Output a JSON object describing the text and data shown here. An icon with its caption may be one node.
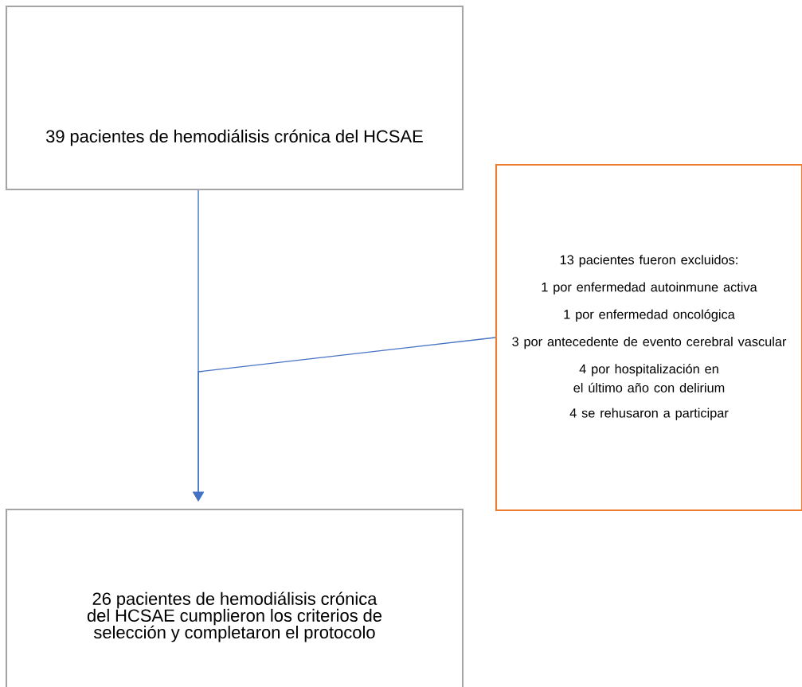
{
  "diagram": {
    "nodes": [
      {
        "text": [
          "39 pacientes de hemodiálisis crónica del HCSAE"
        ]
      },
      {
        "text": [
          "26 pacientes de hemodiálisis crónica del HCSAE cumplieron los criterios de selección y completaron el protocolo"
        ]
      },
      {
        "text": [
          "13 pacientes fueron excluidos:",
          "1 por enfermedad autoinmune activa",
          "1 por enfermedad oncológica",
          "3 por antecedente de evento cerebral vascular",
          "4 por hospitalización en el último año con delirium",
          "4 se rehusaron a participar"
        ]
      }
    ],
    "edges": [
      {
        "from": 0,
        "to": 1,
        "arrow": "to"
      },
      {
        "from": 2,
        "to": 1,
        "arrow": "to"
      }
    ]
  }
}
